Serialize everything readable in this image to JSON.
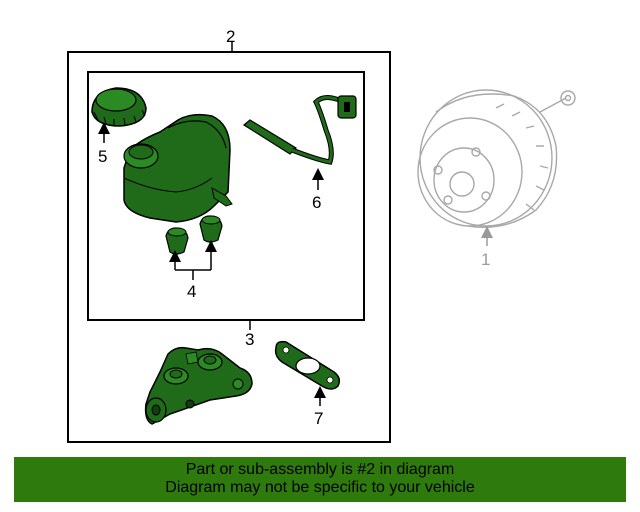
{
  "callouts": {
    "c1": "1",
    "c2": "2",
    "c3": "3",
    "c4": "4",
    "c5": "5",
    "c6": "6",
    "c7": "7"
  },
  "banner": {
    "line1": "Part or sub-assembly is #2 in diagram",
    "line2": "Diagram may not be specific to your vehicle"
  },
  "colors": {
    "part_fill": "#1f6b1a",
    "banner_bg": "#2e7a0c",
    "ghost_part": "#a8a8a8"
  }
}
